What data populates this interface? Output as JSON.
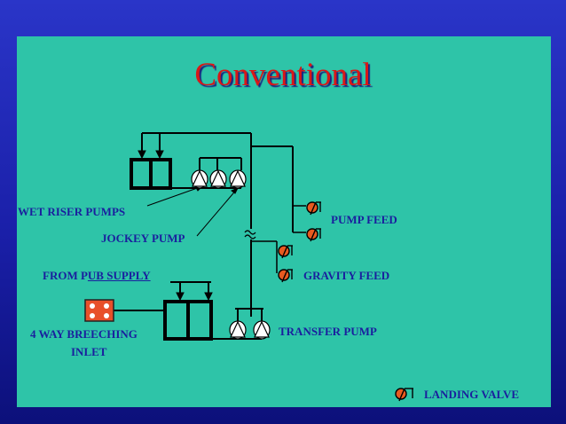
{
  "slide": {
    "title": "Conventional",
    "colors": {
      "background": "#1a1fa8",
      "panel": "#2ec4a8",
      "title": "#d81818",
      "label_text": "#1a1f9e",
      "valve": "#e85a20",
      "inlet": "#e8502a"
    }
  },
  "diagram": {
    "labels": {
      "wet_riser_pumps": "WET RISER PUMPS",
      "jockey_pump": "JOCKEY PUMP",
      "from_pub": "FROM P",
      "from_pub_underlined": "UB SUPPLY",
      "four_way_breeching": "4 WAY BREECHING",
      "inlet": "INLET",
      "pump_feed": "PUMP FEED",
      "gravity_feed": "GRAVITY FEED",
      "transfer_pump": "TRANSFER PUMP",
      "landing_valve": "LANDING VALVE"
    }
  }
}
